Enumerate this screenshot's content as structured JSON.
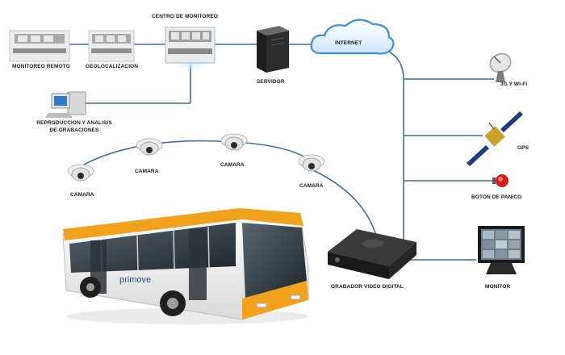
{
  "labels": {
    "centro_monitoreo": "CENTRO DE MONITOREO",
    "monitoreo_remoto": "MONITOREO REMOTO",
    "geolocalizacion": "GEOLOCALIZACION",
    "servidor": "SERVIDOR",
    "internet": "INTERNET",
    "reproduccion": "REPRODUCCION Y ANALISIS DE GRABACIONES",
    "wifi": "3G Y WI-FI",
    "gps": "GPS",
    "boton_panico": "BOTON DE PANICO",
    "camara_1": "CAMARA",
    "camara_2": "CAMARA",
    "camara_3": "CAMARA",
    "camara_4": "CAMARA",
    "grabador": "GRABADOR VIDEO DIGITAL",
    "monitor": "MONITOR",
    "bus_brand": "primove"
  },
  "colors": {
    "line": "#3f6f9a",
    "cloud": "#3d8fd6",
    "bus_orange": "#f0a21c",
    "panic_red": "#d21b1b"
  },
  "icons": [
    "server-icon",
    "internet-cloud-icon",
    "satellite-dish-icon",
    "gps-satellite-icon",
    "panic-button-icon",
    "dome-camera-icon",
    "dvr-recorder-icon",
    "monitor-icon",
    "bus-icon",
    "workstation-icon"
  ]
}
